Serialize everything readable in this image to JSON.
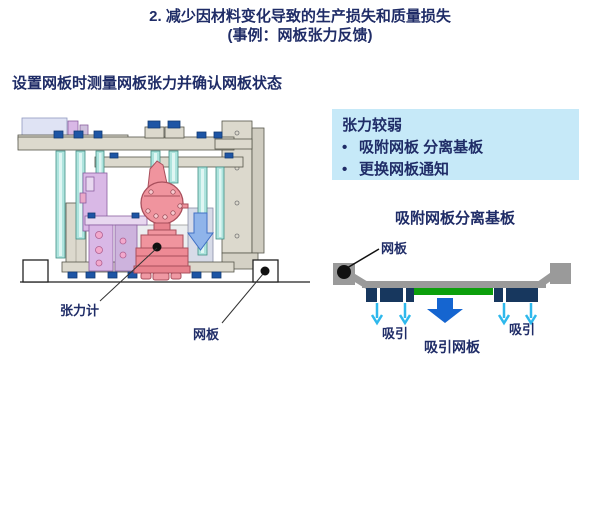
{
  "page": {
    "title_line1": "2. 减少因材料变化导致的生产损失和质量损失",
    "title_line2": "(事例：网板张力反馈)",
    "subtitle": "设置网板时测量网板张力并确认网板状态"
  },
  "info_box": {
    "heading": "张力较弱",
    "bullet_char": "•",
    "bullets": [
      "吸附网板 分离基板",
      "更换网板通知"
    ]
  },
  "machine_figure": {
    "labels": {
      "tension_meter": "张力计",
      "screen_plate": "网板"
    }
  },
  "suction_diagram": {
    "title": "吸附网板分离基板",
    "labels": {
      "screen_plate": "网板",
      "suction_left": "吸引",
      "suction_right": "吸引",
      "suction_screen": "吸引网板"
    }
  },
  "colors": {
    "navy_text": "#1f2c67",
    "info_box_bg": "#c6e9f8",
    "big_arrow_blue": "#1565d0",
    "suction_arrow_cyan": "#2eb8ec",
    "substrate_green": "#0c9f0c",
    "suction_block_navy": "#17375e",
    "frame_gray": "#9a9a9a",
    "gauge_pink": "#f0949e",
    "cylinder_teal": "#aee4de"
  }
}
